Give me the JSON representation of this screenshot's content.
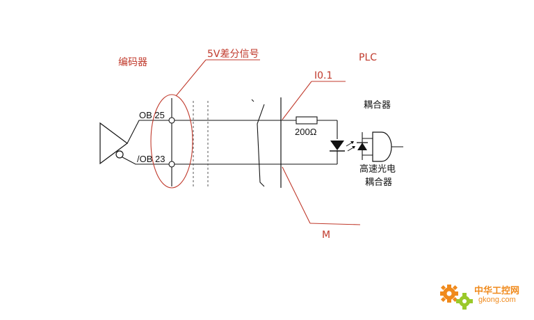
{
  "labels": {
    "encoder": "编码器",
    "diff_signal": "5V差分信号",
    "plc": "PLC",
    "input_address": "I0.1",
    "coupler": "耦合器",
    "pin_ob": "OB 25",
    "pin_ob_inv": "/OB 23",
    "resistor": "200Ω",
    "hs_opto_line1": "高速光电",
    "hs_opto_line2": "耦合器",
    "ground": "M"
  },
  "watermark": {
    "brand": "中华工控网",
    "domain": "gkong.com"
  },
  "colors": {
    "annotation": "#c0392b",
    "wire": "#111111",
    "watermark": "#f08a1c",
    "watermark_green": "#9ac92a"
  }
}
